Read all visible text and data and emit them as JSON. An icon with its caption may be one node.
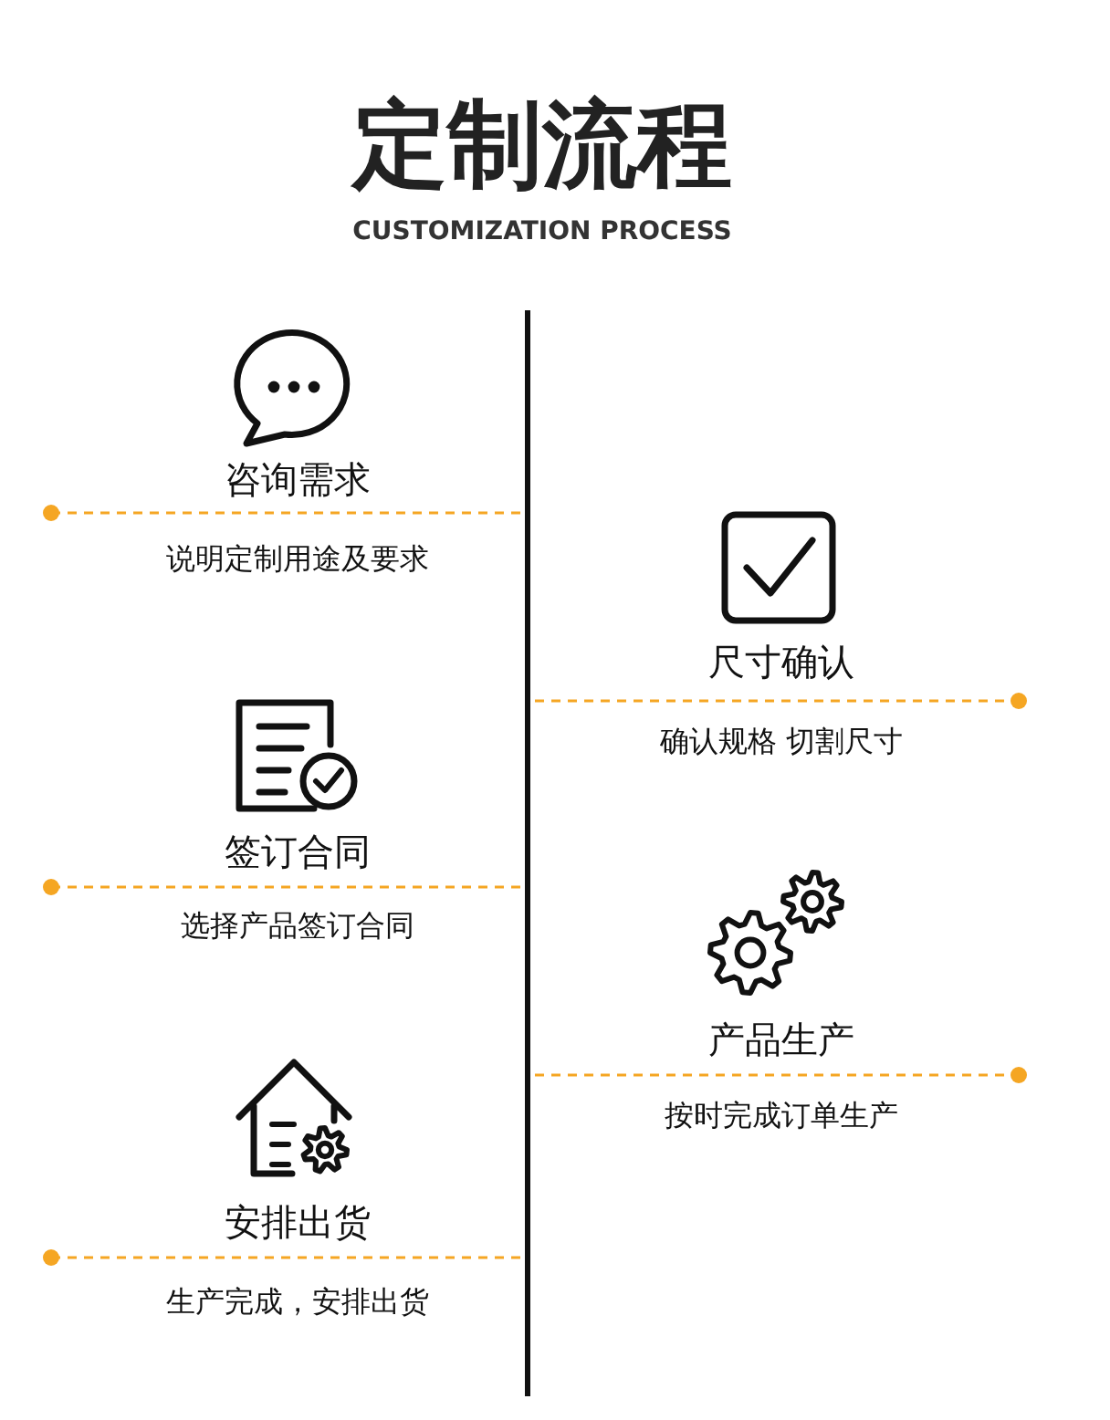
{
  "diagram": {
    "title": "定制流程",
    "labels": [
      "CUSTOMIZATION PROCESS",
      "咨询需求",
      "说明定制用途及要求",
      "尺寸确认",
      "确认规格 切割尺寸",
      "签订合同",
      "选择产品签订合同",
      "产品生产",
      "按时完成订单生产",
      "安排出货",
      "生产完成，安排出货"
    ]
  }
}
